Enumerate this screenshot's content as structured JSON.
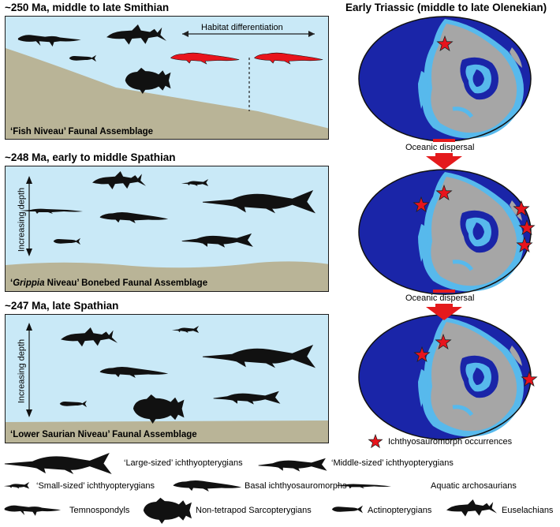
{
  "panels": [
    {
      "heading": "~250 Ma, middle to late Smithian",
      "caption": "‘Fish Niveau’ Faunal Assemblage",
      "note": "Habitat differentiation"
    },
    {
      "heading": "~248 Ma, early to middle Spathian",
      "caption_italic": "Grippia",
      "caption_rest": " Niveau’ Bonebed Faunal Assemblage",
      "caption_open": "‘",
      "depth_label": "Increasing depth"
    },
    {
      "heading": "~247 Ma, late Spathian",
      "caption": "‘Lower Saurian Niveau’ Faunal Assemblage",
      "depth_label": "Increasing depth"
    }
  ],
  "map": {
    "title": "Early Triassic (middle to late Olenekian)",
    "arrow_label": "Oceanic dispersal",
    "star_legend": "Ichthyosauromorph occurrences",
    "colors": {
      "ocean": "#1a25a8",
      "shelf": "#57b9ec",
      "land": "#a6a6a6",
      "star": "#e8141c"
    }
  },
  "legend": [
    {
      "label": "‘Large-sized’ ichthyopterygians",
      "icon": "large-ichthyopterygian-icon"
    },
    {
      "label": "‘Middle-sized’ ichthyopterygians",
      "icon": "middle-ichthyopterygian-icon"
    },
    {
      "label": "‘Small-sized’ ichthyopterygians",
      "icon": "small-ichthyopterygian-icon"
    },
    {
      "label": "Basal ichthyosauromorphs",
      "icon": "basal-ichthyosauromorph-icon"
    },
    {
      "label": "Aquatic archosaurians",
      "icon": "aquatic-archosaurian-icon"
    },
    {
      "label": "Temnospondyls",
      "icon": "temnospondyl-icon"
    },
    {
      "label": "Non-tetrapod Sarcopterygians",
      "icon": "sarcopterygian-icon"
    },
    {
      "label": "Actinopterygians",
      "icon": "actinopterygian-icon"
    },
    {
      "label": "Euselachians",
      "icon": "euselachian-icon"
    }
  ]
}
